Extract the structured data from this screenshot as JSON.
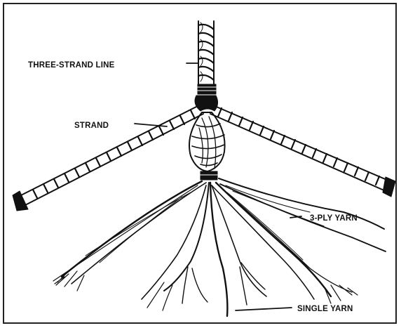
{
  "figure": {
    "labels": {
      "three_strand_line": "THREE-STRAND LINE",
      "strand": "STRAND",
      "three_ply_yarn": "3-PLY YARN",
      "single_yarn": "SINGLE YARN"
    },
    "colors": {
      "ink": "#111111",
      "paper": "#ffffff",
      "border": "#222222"
    }
  }
}
